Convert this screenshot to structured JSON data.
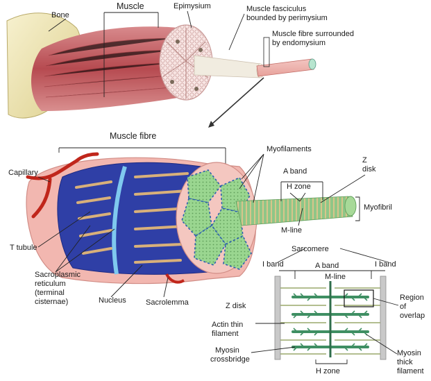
{
  "top": {
    "bone": "Bone",
    "muscle": "Muscle",
    "epimysium": "Epimysium",
    "fasciculus_line1": "Muscle fasciculus",
    "fasciculus_line2": "bounded by perimysium",
    "fibre_line1": "Muscle fibre surrounded",
    "fibre_line2": "by endomysium"
  },
  "middle": {
    "muscle_fibre": "Muscle fibre",
    "capillary": "Capillary",
    "t_tubule": "T tubule",
    "sr_line1": "Sacroplasmic",
    "sr_line2": "reticulum",
    "sr_line3": "(terminal",
    "sr_line4": "cisternae)",
    "nucleus": "Nucleus",
    "sarcolemma": "Sacrolemma",
    "myofilaments": "Myofilaments",
    "a_band": "A band",
    "h_zone": "H zone",
    "z_disk_line1": "Z",
    "z_disk_line2": "disk",
    "myofibril": "Myofibril",
    "m_line": "M-line"
  },
  "sarcomere": {
    "title": "Sarcomere",
    "i_band_left": "I band",
    "a_band": "A band",
    "i_band_right": "I band",
    "m_line": "M-line",
    "z_disk": "Z disk",
    "actin_line1": "Actin thin",
    "actin_line2": "filament",
    "myosin_cb_line1": "Myosin",
    "myosin_cb_line2": "crossbridge",
    "h_zone": "H zone",
    "overlap_line1": "Region",
    "overlap_line2": "of",
    "overlap_line3": "overlap",
    "myosin_thick_line1": "Myosin",
    "myosin_thick_line2": "thick",
    "myosin_thick_line3": "filament"
  },
  "colors": {
    "muscle_red": "#c85a5e",
    "bone": "#efe6b0",
    "t_tubule_blue": "#2f3fa6",
    "myofibril_green": "#8fd08a",
    "capillary_red": "#c0261b"
  }
}
